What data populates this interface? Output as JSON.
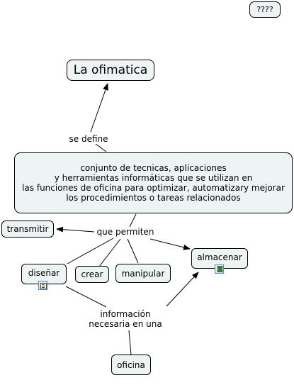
{
  "nodes": {
    "unknown": "????",
    "ofimatica": "La ofimatica",
    "definition": "conjunto de tecnicas, aplicaciones\ny herramientas informáticas que se utilizan en\nlas funciones de oficina para optimizar, automatizary mejorar\nlos procedimientos o tareas relacionados",
    "transmitir": "transmitir",
    "almacenar": "almacenar",
    "disenar": "diseñar",
    "crear": "crear",
    "manipular": "manipular",
    "oficina": "oficina"
  },
  "links": {
    "se_define": "se define",
    "que_permiten": "que permiten",
    "informacion": "información\nnecesaria en una"
  },
  "icons": {
    "disenar": "document-icon",
    "almacenar": "film-icon"
  },
  "colors": {
    "node_fill": "#eef3f4",
    "line": "#000000",
    "icon_border": "#5a86c6"
  }
}
